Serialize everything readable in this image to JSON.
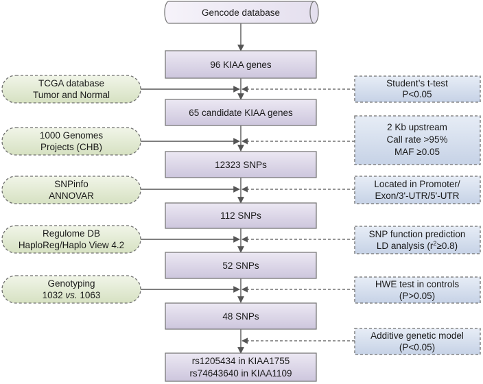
{
  "database": {
    "label": "Gencode database"
  },
  "main_steps": [
    {
      "label": "96 KIAA genes"
    },
    {
      "label": "65 candidate KIAA genes"
    },
    {
      "label": "12323 SNPs"
    },
    {
      "label": "112 SNPs"
    },
    {
      "label": "52 SNPs"
    },
    {
      "label": "48 SNPs"
    },
    {
      "lines": [
        "rs1205434 in KIAA1755",
        "rs74643640 in KIAA1109"
      ]
    }
  ],
  "left_inputs": [
    {
      "lines": [
        "TCGA database",
        "Tumor and Normal"
      ]
    },
    {
      "lines": [
        "1000 Genomes",
        "Projects (CHB)"
      ]
    },
    {
      "lines": [
        "SNPinfo",
        "ANNOVAR"
      ]
    },
    {
      "lines": [
        "Regulome DB",
        "HaploReg/Haplo View 4.2"
      ]
    },
    {
      "line1": "Genotyping",
      "line2_a": "1032 ",
      "line2_b": "vs.",
      "line2_c": " 1063"
    }
  ],
  "right_criteria": [
    {
      "lines": [
        "Student’s t-test",
        "P<0.05"
      ]
    },
    {
      "lines": [
        "2 Kb upstream",
        "Call rate >95%",
        "MAF ≥0.05"
      ]
    },
    {
      "lines": [
        "Located in Promoter/",
        "Exon/3'-UTR/5'-UTR"
      ]
    },
    {
      "line1": "SNP function prediction",
      "line2_a": "LD analysis (r",
      "line2_sup": "2",
      "line2_b": "≥0.8)"
    },
    {
      "lines": [
        "HWE test in controls",
        "(P>0.05)"
      ]
    },
    {
      "lines": [
        "Additive genetic model",
        "(P<0.05)"
      ]
    }
  ],
  "colors": {
    "main_fill_top": "#ece8f3",
    "main_fill_bottom": "#cdc6dd",
    "left_fill_top": "#f1f5e8",
    "left_fill_bottom": "#d6e1c2",
    "right_fill_top": "#e7edf6",
    "right_fill_bottom": "#c6d2e6",
    "connector": "#555555"
  }
}
